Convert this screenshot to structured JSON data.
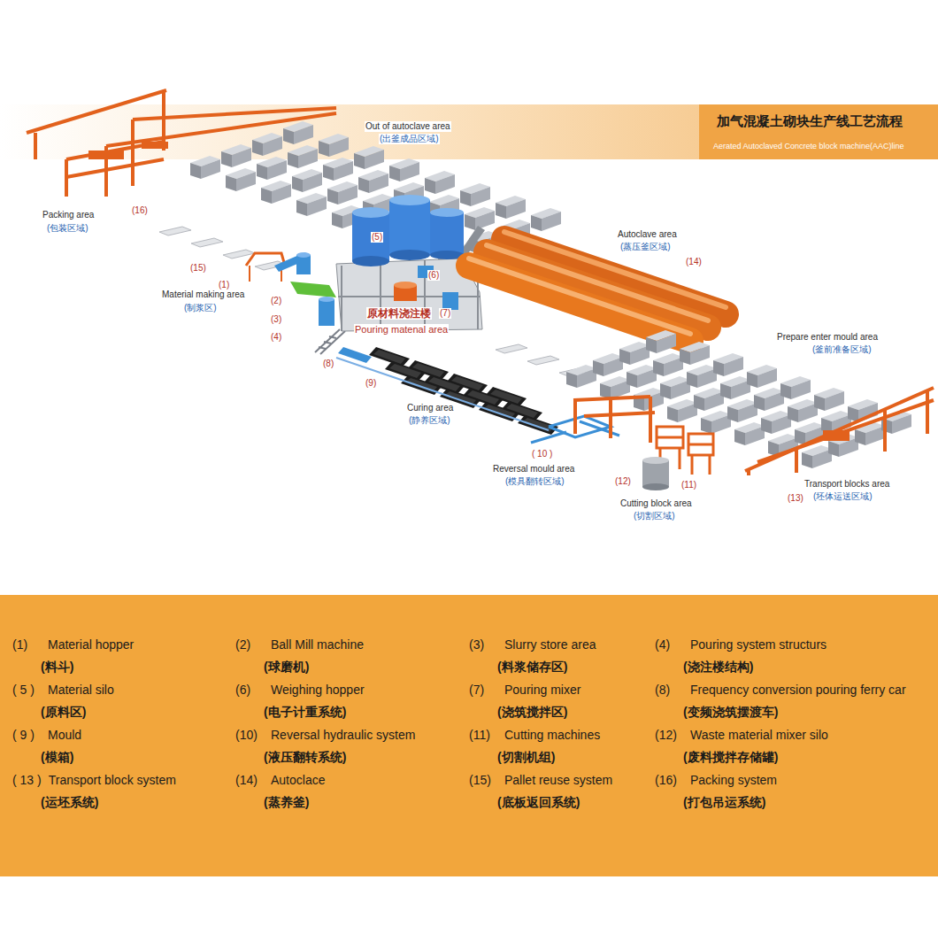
{
  "diagram": {
    "title": "加气混凝土砌块生产线工艺流程",
    "labels": [
      "Aerated Autoclaved Concrete block machine(AAC)line",
      "Out of autoclave area",
      "(出釜成品区域)",
      "Packing area",
      "(包装区域)",
      "(16)",
      "(15)",
      "(5)",
      "Autoclave area",
      "(蒸压釜区域)",
      "(14)",
      "(1)",
      "Material making area",
      "(制浆区)",
      "(2)",
      "(3)",
      "(4)",
      "(6)",
      "原材料浇注楼",
      "(7)",
      "Pouring matenal area",
      "Prepare enter mould area",
      "(釜前准备区域)",
      "(8)",
      "(9)",
      "Curing area",
      "(静养区域)",
      "( 10 )",
      "Reversal mould area",
      "(模具翻转区域)",
      "(12)",
      "(11)",
      "Cutting block area",
      "(切割区域)",
      "Transport blocks area",
      "(坯体运送区域)",
      "(13)",
      "(1)",
      "Material hopper",
      "(料斗)",
      "(2)",
      "Ball Mill machine",
      "(球磨机)",
      "(3)",
      "Slurry store area",
      "(料浆储存区)",
      "(4)",
      "Pouring system structurs",
      "(浇注楼结构)",
      "( 5 )",
      "Material silo",
      "(原料区)",
      "(6)",
      "Weighing hopper",
      "(电子计重系统)",
      "(7)",
      "Pouring  mixer",
      "(浇筑搅拌区)",
      "(8)",
      "Frequency conversion pouring ferry car",
      "(变频浇筑摆渡车)",
      "( 9 )",
      "Mould",
      "(模箱)",
      "(10)",
      "Reversal hydraulic system",
      "(液压翻转系统)",
      "(11)",
      "Cutting machines",
      "(切割机组)",
      "(12)",
      "Waste material mixer silo",
      "(废料搅拌存储罐)",
      "( 13 )",
      "Transport block system",
      "(运坯系统)",
      "(14)",
      "Autoclace",
      "(蒸养釜)",
      "(15)",
      "Pallet reuse system",
      "(底板返回系统)",
      "(16)",
      "Packing system",
      "(打包吊运系统)"
    ]
  }
}
